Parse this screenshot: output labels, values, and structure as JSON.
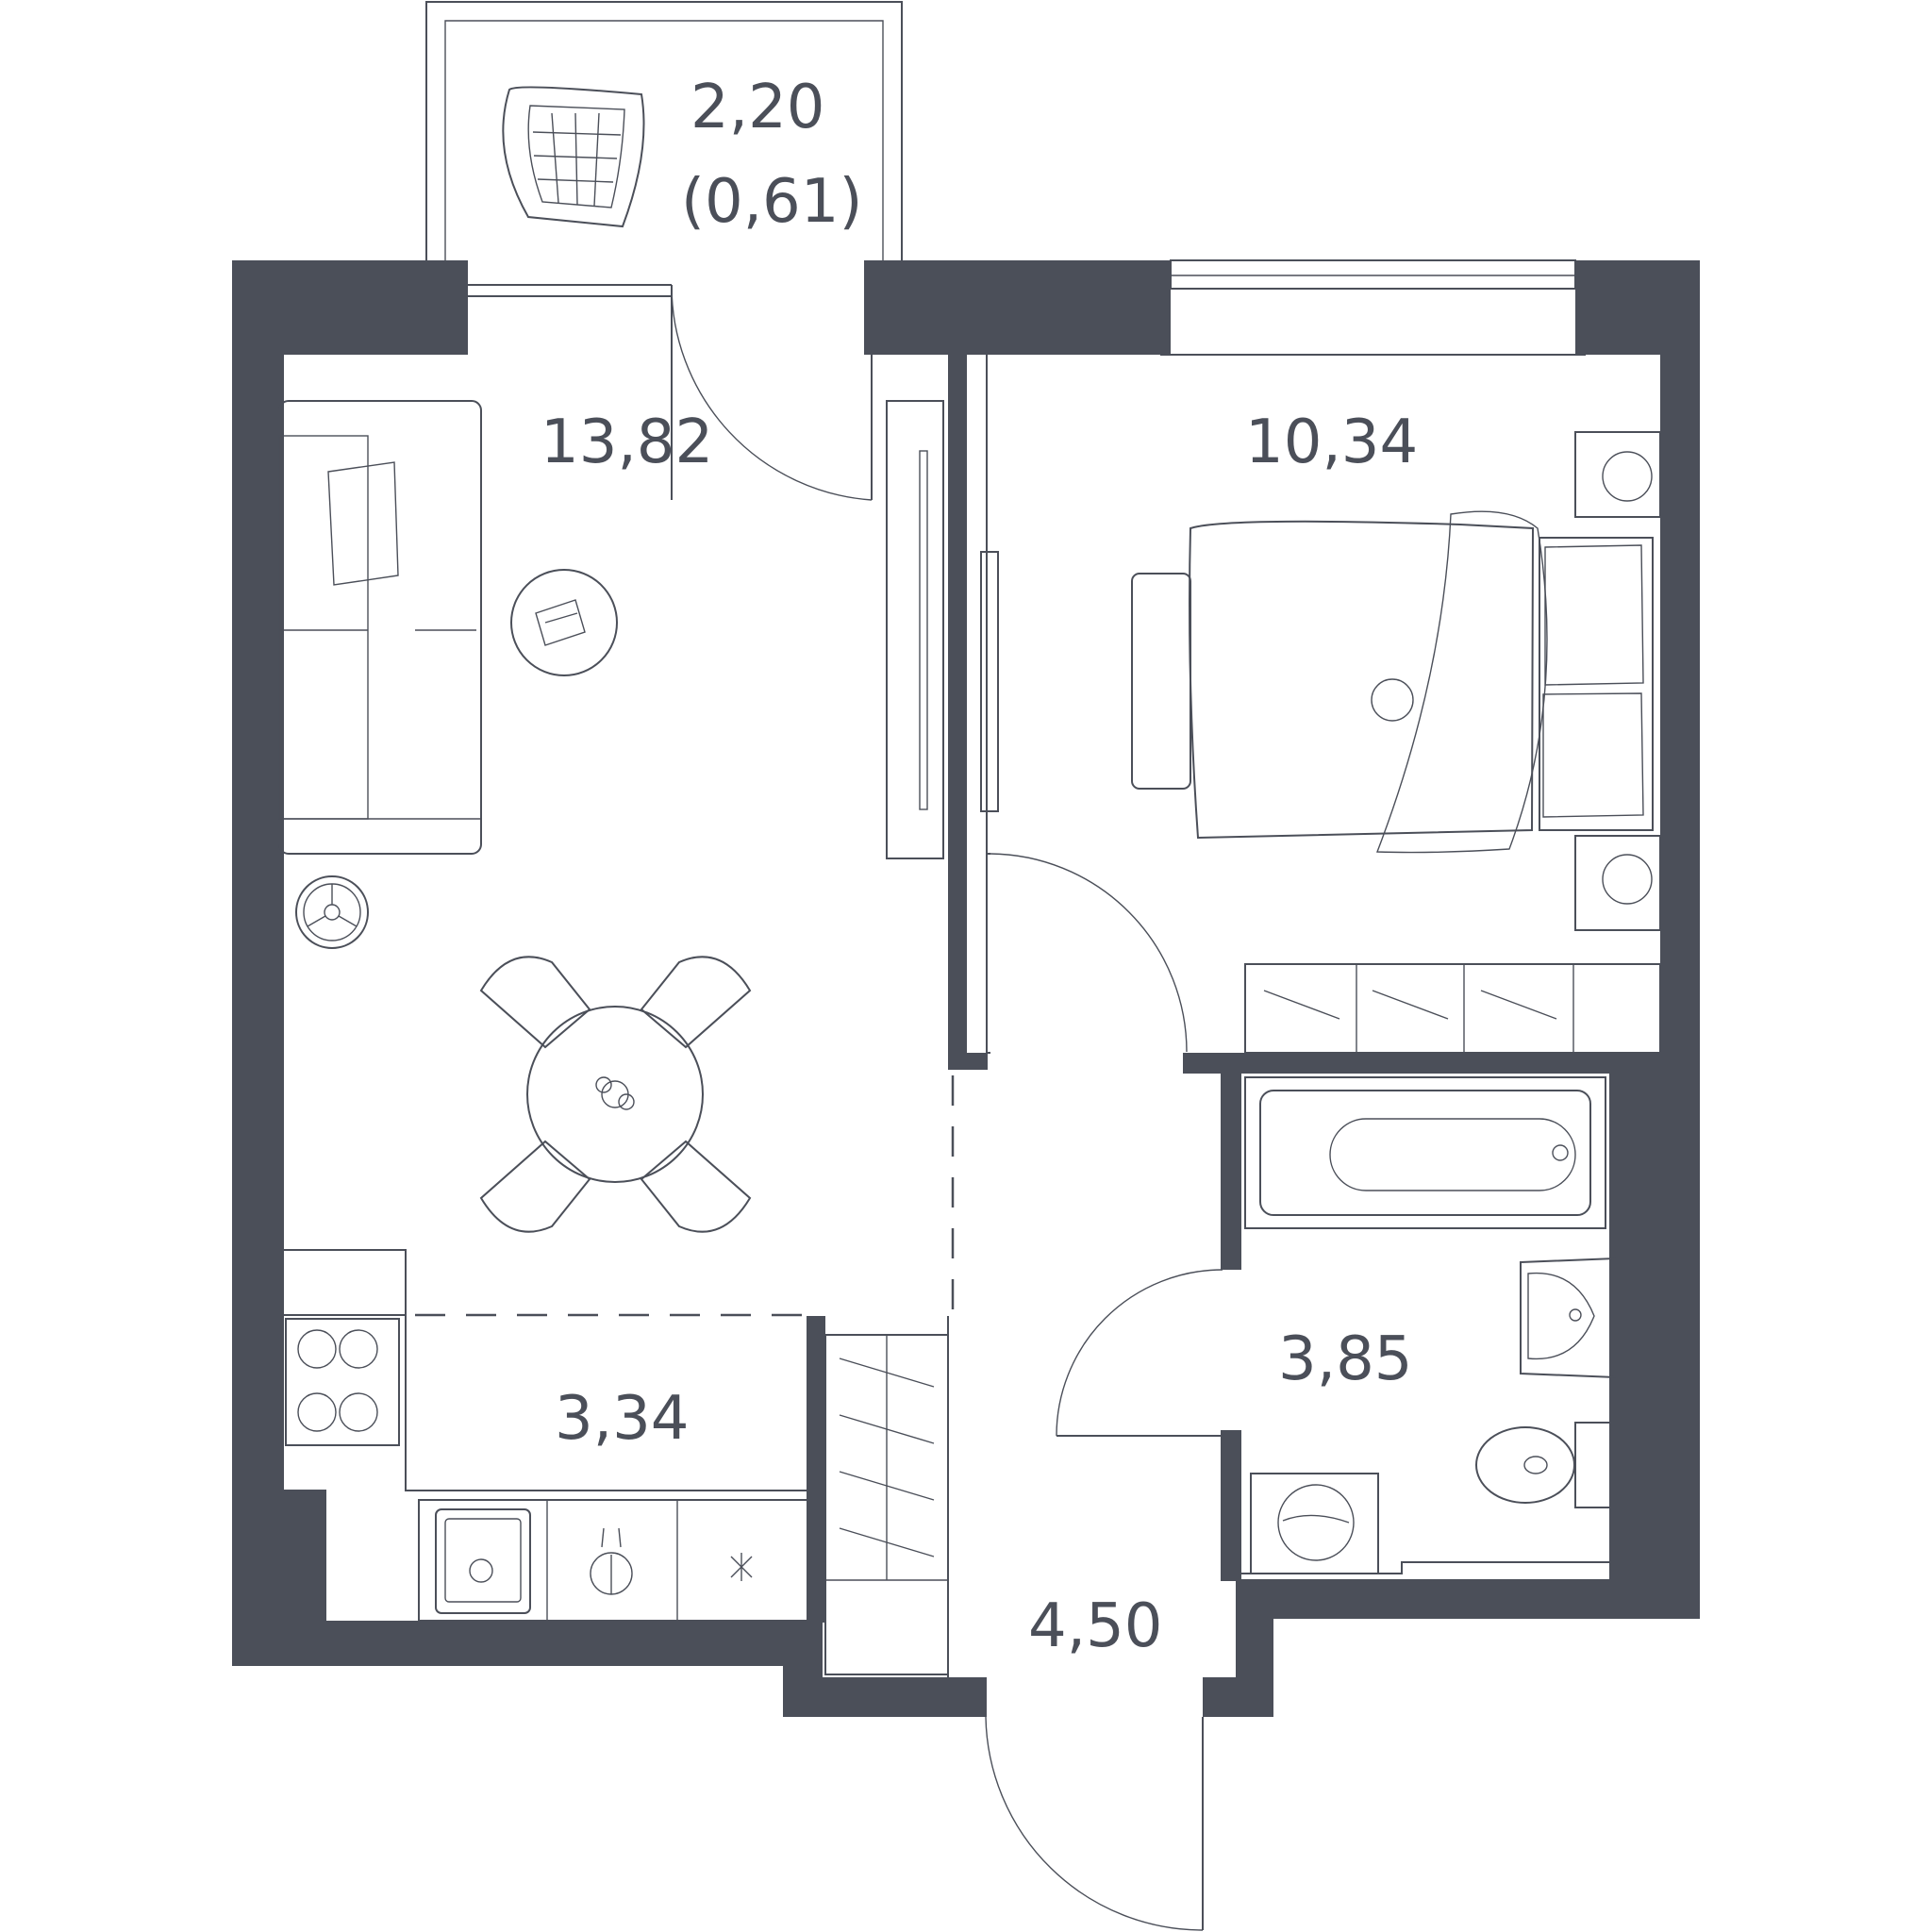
{
  "rooms": {
    "balcony": {
      "area": "2,20",
      "reduced_area": "(0,61)"
    },
    "living": {
      "area": "13,82"
    },
    "bedroom": {
      "area": "10,34"
    },
    "kitchen": {
      "area": "3,34"
    },
    "bathroom": {
      "area": "3,85"
    },
    "hall": {
      "area": "4,50"
    }
  },
  "colors": {
    "walls": "#4b4f59",
    "background": "#ffffff"
  },
  "icons": [
    "laundry-basket-icon",
    "sofa-icon",
    "coffee-table-icon",
    "floor-lamp-icon",
    "dining-table-icon",
    "stove-icon",
    "sink-icon",
    "faucet-icon",
    "bed-icon",
    "nightstand-icon",
    "bathtub-icon",
    "washbasin-icon",
    "toilet-icon",
    "washing-machine-icon",
    "tv-stand-icon",
    "wardrobe-icon"
  ]
}
